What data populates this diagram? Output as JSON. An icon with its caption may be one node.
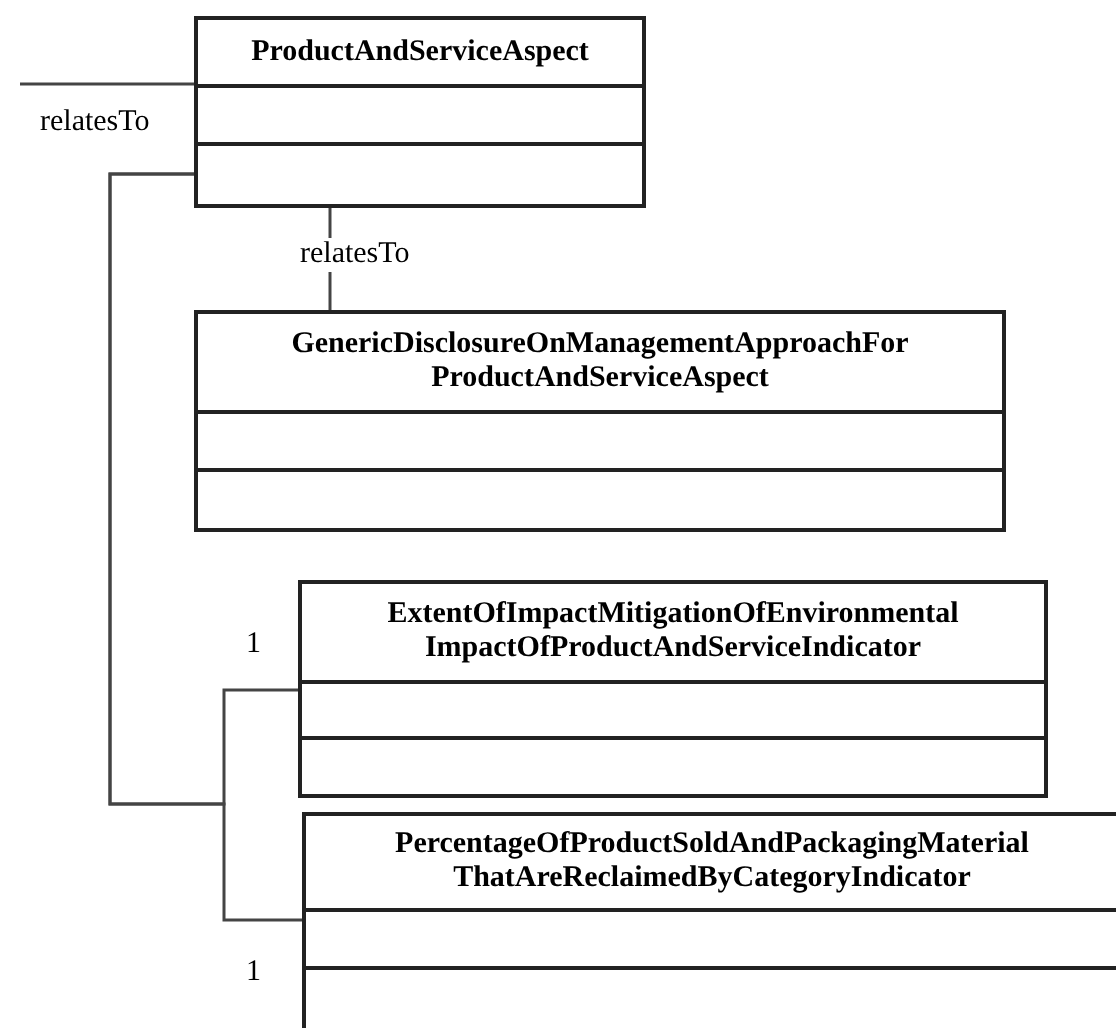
{
  "diagram": {
    "nodes": [
      {
        "text": [
          "ProductAndServiceAspect"
        ]
      },
      {
        "text": [
          "GenericDisclosureOnManagementApproachFor ProductAndServiceAspect"
        ]
      },
      {
        "text": [
          "ExtentOfImpactMitigationOfEnvironmental ImpactOfProductAndServiceIndicator"
        ]
      },
      {
        "text": [
          "PercentageOfProductSoldAndPackagingMaterial ThatAreReclaimedByCategoryIndicator"
        ]
      }
    ],
    "edges": [
      {
        "from": null,
        "to": 0,
        "arrow": "none",
        "label": "relatesTo"
      },
      {
        "from": 0,
        "to": 1,
        "arrow": "none",
        "label": "relatesTo"
      },
      {
        "from": 0,
        "to": 2,
        "arrow": "none"
      },
      {
        "from": 0,
        "to": 3,
        "arrow": "none"
      }
    ],
    "labels": [
      "1",
      "1"
    ]
  }
}
